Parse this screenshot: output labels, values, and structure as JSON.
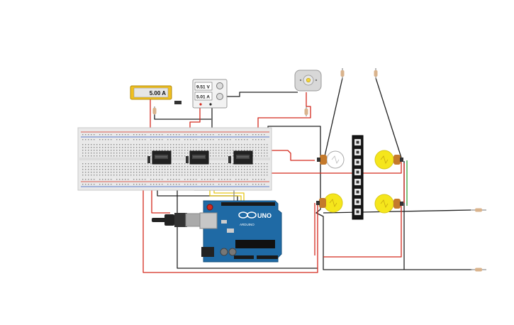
{
  "ammeter": {
    "reading": "5.00 A"
  },
  "power_supply": {
    "voltage": "9.51 V",
    "current": "5.01 A"
  },
  "arduino": {
    "brand": "ARDUINO",
    "model": "UNO"
  },
  "colors": {
    "wire_red": "#d42a1e",
    "wire_black": "#222222",
    "wire_yellow": "#e6c619",
    "wire_green": "#37a537",
    "arduino_blue": "#1f6aa5",
    "breadboard": "#e9e9e9",
    "bulb_on": "#f5e61c"
  },
  "icons": [
    "dc-motor-icon",
    "resistor-icon",
    "relay-icon",
    "bulb-icon",
    "led-strip-icon",
    "usb-plug-icon"
  ]
}
